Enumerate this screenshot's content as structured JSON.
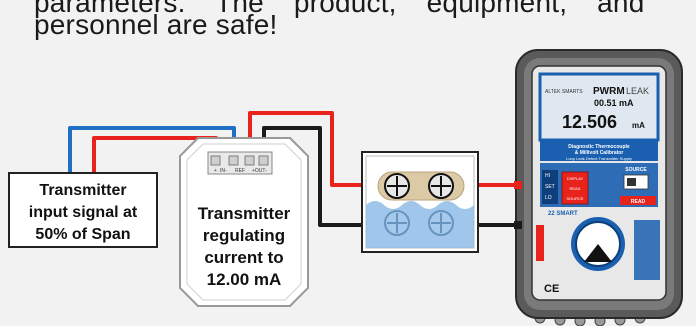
{
  "header": {
    "line1": "parameters. The product, equipment, and",
    "line2": "personnel are safe!"
  },
  "input_box": {
    "lines": [
      "Transmitter",
      "input signal at",
      "50% of Span"
    ]
  },
  "transmitter": {
    "terminals": [
      "+",
      "IN-",
      "REF",
      "+OUT-"
    ],
    "lines": [
      "Transmitter",
      "regulating",
      "current to",
      "12.00 mA"
    ]
  },
  "calibrator": {
    "logo": "ALTEK SMARTS",
    "readout_mode": "PWRM",
    "readout_status": "LEAK",
    "readout_small": "00.51 mA",
    "readout_main": "12.506",
    "readout_unit": "mA",
    "caption_lines": [
      "Diagnostic Thermocouple",
      "& Millivolt Calibrator",
      "Loop Leak Detect   Transmitter Supply"
    ],
    "range_labels": [
      "HI",
      "SET",
      "LO"
    ],
    "mode_labels": [
      "DISPLAY",
      "READ",
      "SOURCE"
    ],
    "source_label": "SOURCE",
    "read_label": "READ",
    "brand": "22 SMART",
    "ce_mark": "CE"
  },
  "colors": {
    "wire_red": "#e8231c",
    "wire_blue": "#1f6fc4",
    "wire_black": "#1a1a1a",
    "lcd_blue": "#1a5fb0",
    "calibrator_body": "#5a5a5a"
  }
}
